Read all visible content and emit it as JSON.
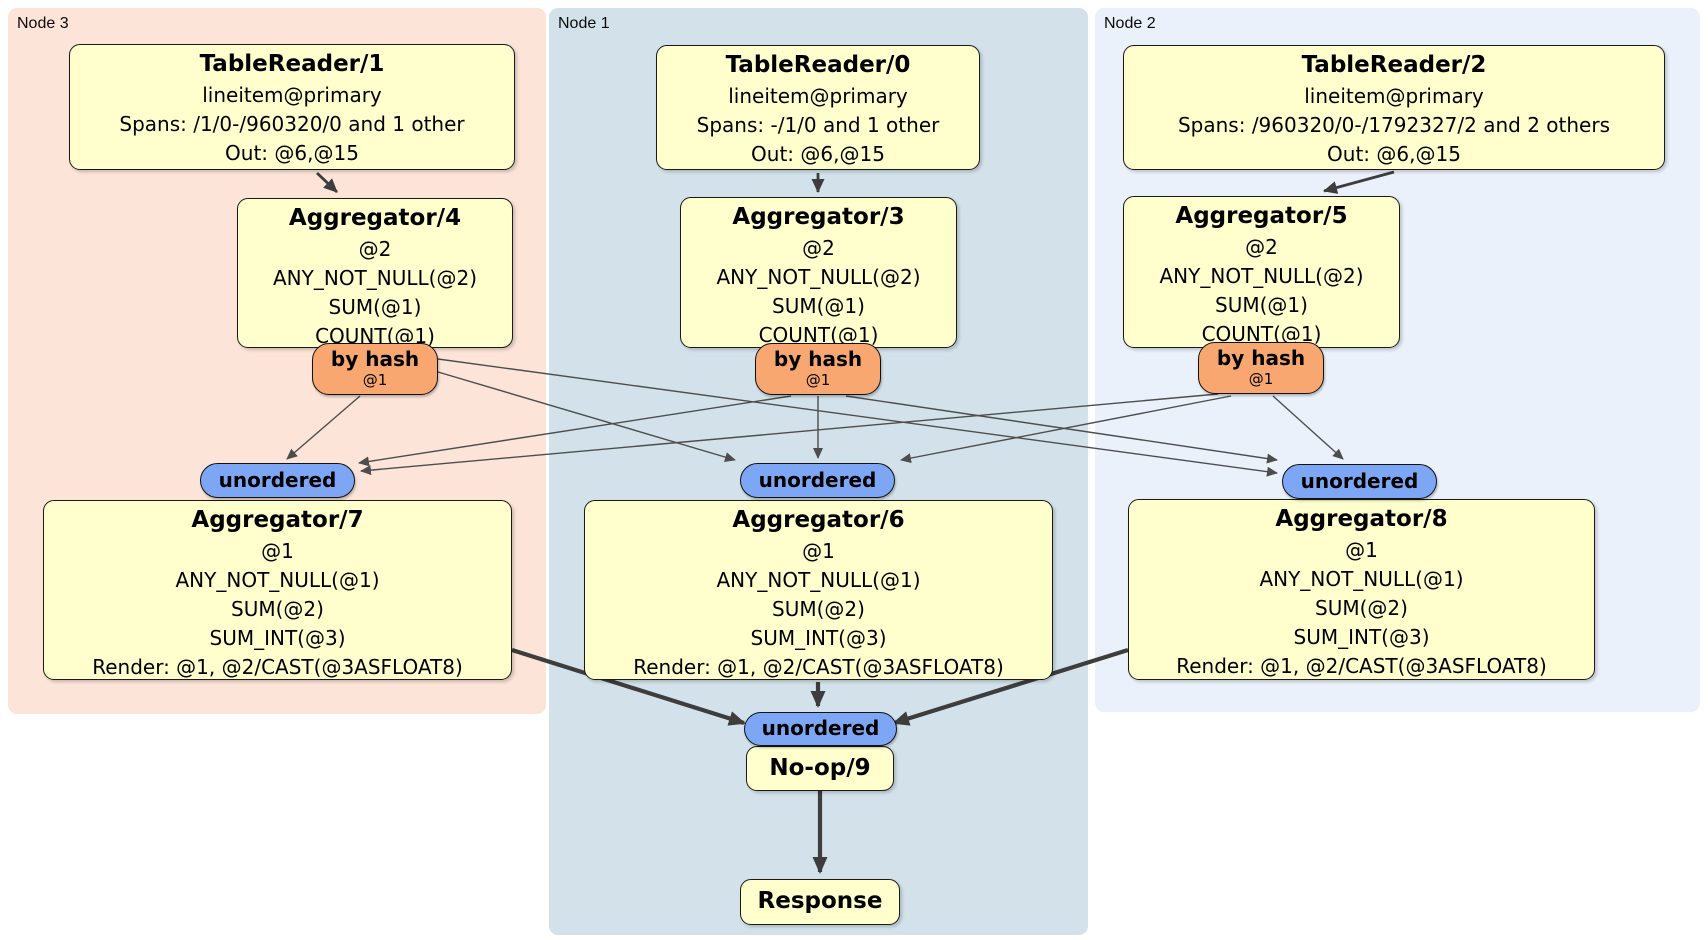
{
  "regions": [
    {
      "label": "Node 3"
    },
    {
      "label": "Node 1"
    },
    {
      "label": "Node 2"
    }
  ],
  "nodes": {
    "tr1": {
      "title": "TableReader/1",
      "lines": [
        "lineitem@primary",
        "Spans: /1/0-/960320/0 and 1 other",
        "Out: @6,@15"
      ]
    },
    "tr0": {
      "title": "TableReader/0",
      "lines": [
        "lineitem@primary",
        "Spans: -/1/0 and 1 other",
        "Out: @6,@15"
      ]
    },
    "tr2": {
      "title": "TableReader/2",
      "lines": [
        "lineitem@primary",
        "Spans: /960320/0-/1792327/2 and 2 others",
        "Out: @6,@15"
      ]
    },
    "agg4": {
      "title": "Aggregator/4",
      "lines": [
        "@2",
        "ANY_NOT_NULL(@2)",
        "SUM(@1)",
        "COUNT(@1)"
      ]
    },
    "agg3": {
      "title": "Aggregator/3",
      "lines": [
        "@2",
        "ANY_NOT_NULL(@2)",
        "SUM(@1)",
        "COUNT(@1)"
      ]
    },
    "agg5": {
      "title": "Aggregator/5",
      "lines": [
        "@2",
        "ANY_NOT_NULL(@2)",
        "SUM(@1)",
        "COUNT(@1)"
      ]
    },
    "agg7": {
      "title": "Aggregator/7",
      "lines": [
        "@1",
        "ANY_NOT_NULL(@1)",
        "SUM(@2)",
        "SUM_INT(@3)",
        "Render: @1, @2/CAST(@3ASFLOAT8)"
      ]
    },
    "agg6": {
      "title": "Aggregator/6",
      "lines": [
        "@1",
        "ANY_NOT_NULL(@1)",
        "SUM(@2)",
        "SUM_INT(@3)",
        "Render: @1, @2/CAST(@3ASFLOAT8)"
      ]
    },
    "agg8": {
      "title": "Aggregator/8",
      "lines": [
        "@1",
        "ANY_NOT_NULL(@1)",
        "SUM(@2)",
        "SUM_INT(@3)",
        "Render: @1, @2/CAST(@3ASFLOAT8)"
      ]
    },
    "noop": {
      "title": "No-op/9"
    },
    "response": {
      "title": "Response"
    }
  },
  "routers": {
    "by_hash": {
      "label": "by hash",
      "sub": "@1"
    },
    "sync_label": "unordered"
  },
  "edges": [
    {
      "from": "TableReader/1",
      "to": "Aggregator/4"
    },
    {
      "from": "TableReader/0",
      "to": "Aggregator/3"
    },
    {
      "from": "TableReader/2",
      "to": "Aggregator/5"
    },
    {
      "from": "Aggregator/4 by hash",
      "to": "unordered Aggregator/7"
    },
    {
      "from": "Aggregator/4 by hash",
      "to": "unordered Aggregator/6"
    },
    {
      "from": "Aggregator/4 by hash",
      "to": "unordered Aggregator/8"
    },
    {
      "from": "Aggregator/3 by hash",
      "to": "unordered Aggregator/7"
    },
    {
      "from": "Aggregator/3 by hash",
      "to": "unordered Aggregator/6"
    },
    {
      "from": "Aggregator/3 by hash",
      "to": "unordered Aggregator/8"
    },
    {
      "from": "Aggregator/5 by hash",
      "to": "unordered Aggregator/7"
    },
    {
      "from": "Aggregator/5 by hash",
      "to": "unordered Aggregator/6"
    },
    {
      "from": "Aggregator/5 by hash",
      "to": "unordered Aggregator/8"
    },
    {
      "from": "Aggregator/7",
      "to": "unordered No-op/9"
    },
    {
      "from": "Aggregator/6",
      "to": "unordered No-op/9"
    },
    {
      "from": "Aggregator/8",
      "to": "unordered No-op/9"
    },
    {
      "from": "No-op/9",
      "to": "Response"
    }
  ],
  "colors": {
    "node3-bg": "#fce4d8",
    "node1-bg": "#d3e2ea",
    "node2-bg": "#eaf1fb",
    "op-bg": "#ffffcd",
    "op-border": "#1a1a1a",
    "router-bg": "#f7a76f",
    "sync-bg": "#7da7f4",
    "edge-thin": "#4d4d4d",
    "edge-thick": "#3d3d3d"
  }
}
